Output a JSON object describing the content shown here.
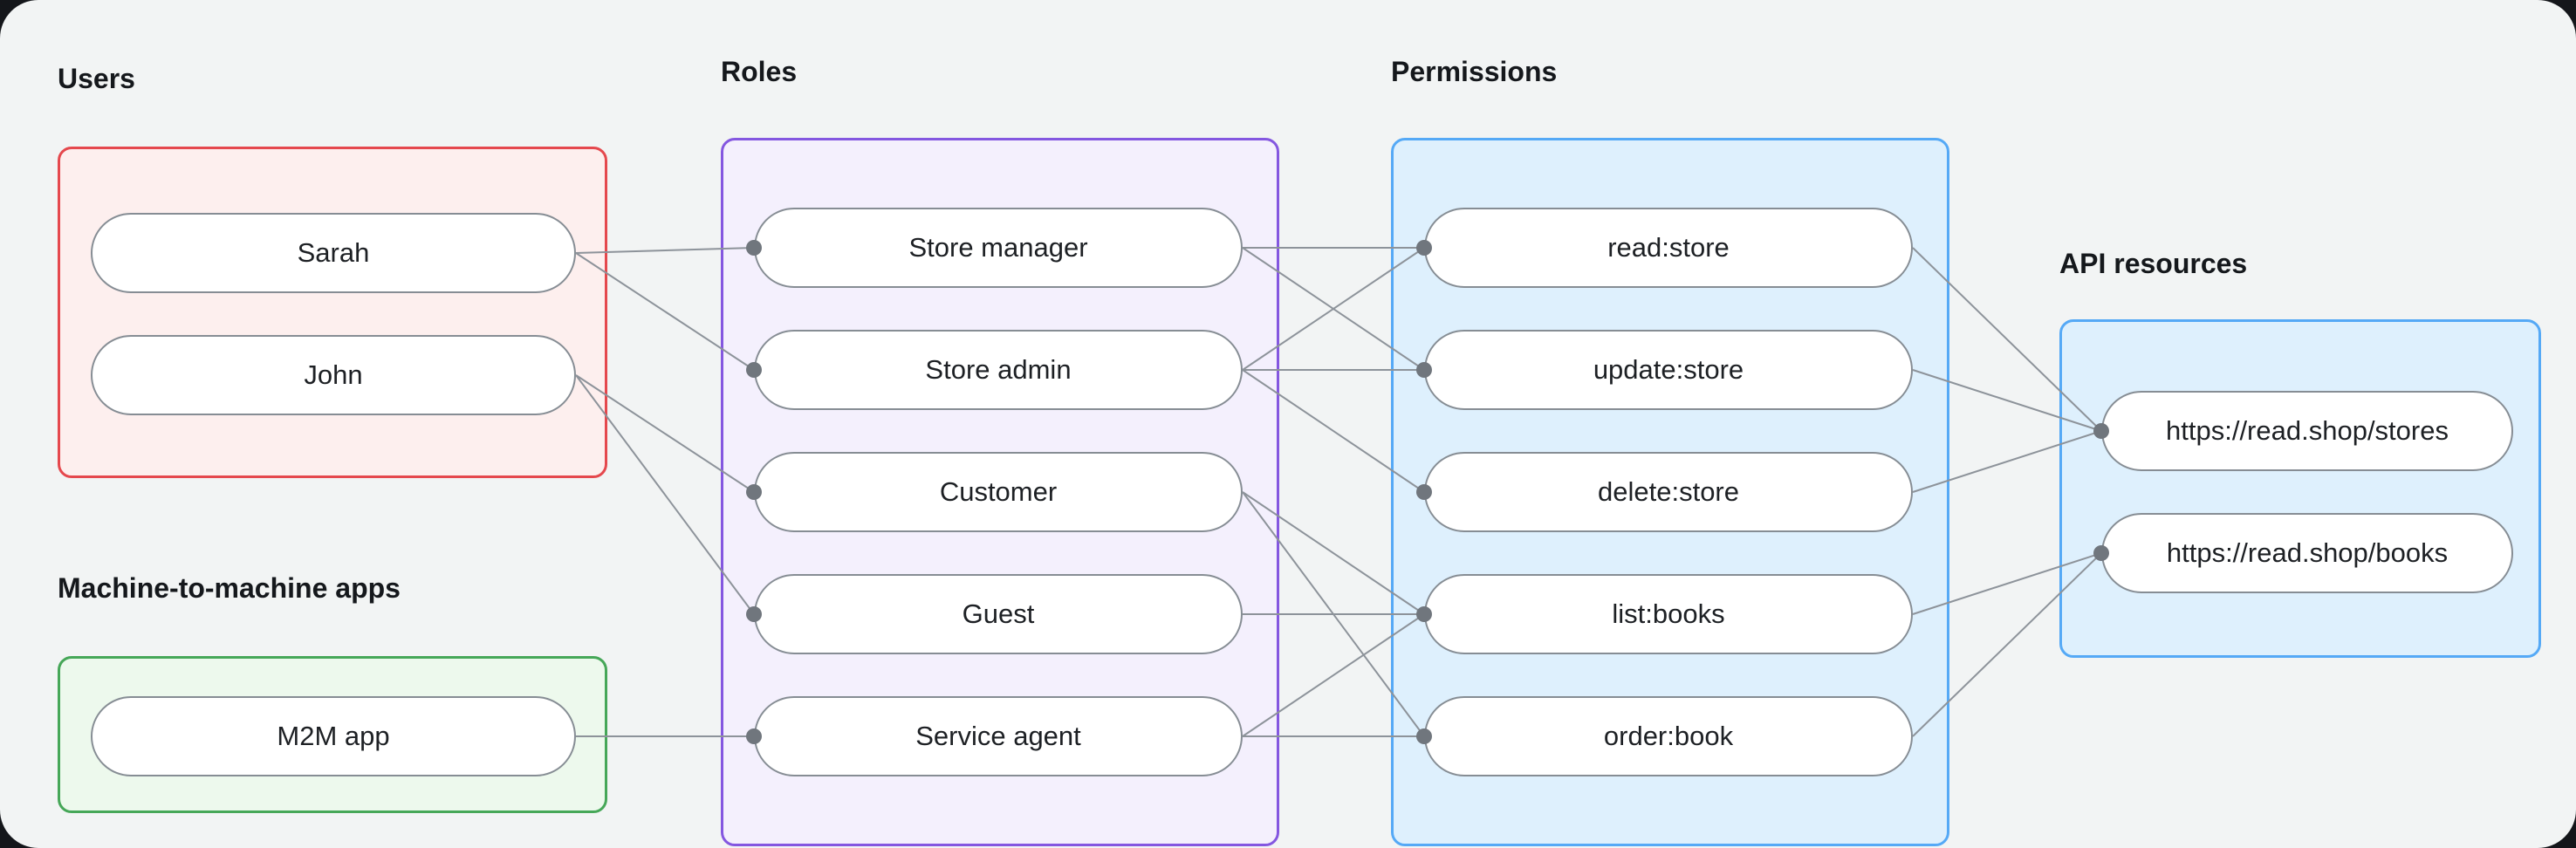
{
  "background": {
    "outer": "#14161a",
    "canvas": "#f2f4f4"
  },
  "edge_style": {
    "line_color": "#8d939a",
    "dot_color": "#70767d"
  },
  "groups": {
    "users": {
      "label": "Users",
      "border": "#e5484d",
      "fill": "#fdefee",
      "items": [
        {
          "id": "sarah",
          "label": "Sarah"
        },
        {
          "id": "john",
          "label": "John"
        }
      ]
    },
    "m2m": {
      "label": "Machine-to-machine apps",
      "border": "#46a758",
      "fill": "#edf9ed",
      "items": [
        {
          "id": "m2m-app",
          "label": "M2M app"
        }
      ]
    },
    "roles": {
      "label": "Roles",
      "border": "#8457e0",
      "fill": "#f4f0fd",
      "items": [
        {
          "id": "store-manager",
          "label": "Store manager"
        },
        {
          "id": "store-admin",
          "label": "Store admin"
        },
        {
          "id": "customer",
          "label": "Customer"
        },
        {
          "id": "guest",
          "label": "Guest"
        },
        {
          "id": "service-agent",
          "label": "Service agent"
        }
      ]
    },
    "permissions": {
      "label": "Permissions",
      "border": "#55a9f6",
      "fill": "#def0fd",
      "items": [
        {
          "id": "read-store",
          "label": "read:store"
        },
        {
          "id": "update-store",
          "label": "update:store"
        },
        {
          "id": "delete-store",
          "label": "delete:store"
        },
        {
          "id": "list-books",
          "label": "list:books"
        },
        {
          "id": "order-book",
          "label": "order:book"
        }
      ]
    },
    "api": {
      "label": "API resources",
      "border": "#55a9f6",
      "fill": "#def0fd",
      "items": [
        {
          "id": "stores",
          "label": "https://read.shop/stores"
        },
        {
          "id": "books",
          "label": "https://read.shop/books"
        }
      ]
    }
  },
  "edges": [
    {
      "from": "sarah",
      "to": "store-manager"
    },
    {
      "from": "sarah",
      "to": "store-admin"
    },
    {
      "from": "john",
      "to": "customer"
    },
    {
      "from": "john",
      "to": "guest"
    },
    {
      "from": "m2m-app",
      "to": "service-agent"
    },
    {
      "from": "store-manager",
      "to": "read-store"
    },
    {
      "from": "store-manager",
      "to": "update-store"
    },
    {
      "from": "store-admin",
      "to": "read-store"
    },
    {
      "from": "store-admin",
      "to": "update-store"
    },
    {
      "from": "store-admin",
      "to": "delete-store"
    },
    {
      "from": "customer",
      "to": "list-books"
    },
    {
      "from": "customer",
      "to": "order-book"
    },
    {
      "from": "guest",
      "to": "list-books"
    },
    {
      "from": "service-agent",
      "to": "list-books"
    },
    {
      "from": "service-agent",
      "to": "order-book"
    },
    {
      "from": "read-store",
      "to": "stores"
    },
    {
      "from": "update-store",
      "to": "stores"
    },
    {
      "from": "delete-store",
      "to": "stores"
    },
    {
      "from": "list-books",
      "to": "books"
    },
    {
      "from": "order-book",
      "to": "books"
    }
  ]
}
